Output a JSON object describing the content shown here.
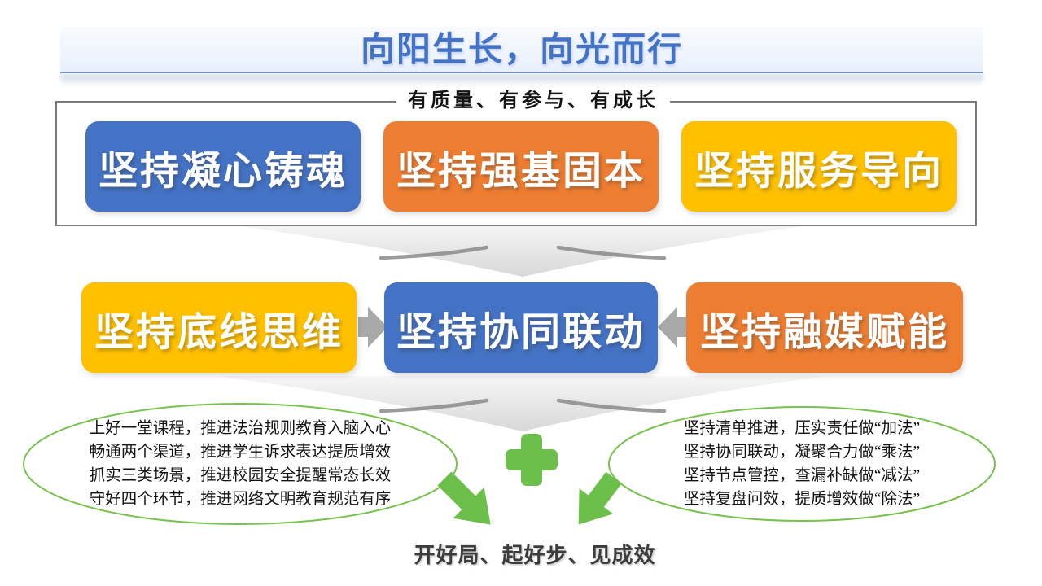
{
  "slide_title": "向阳生长，向光而行",
  "top_group": {
    "caption": "有质量、有参与、有成长",
    "boxes": [
      {
        "label": "坚持凝心铸魂",
        "color": "#4472C4"
      },
      {
        "label": "坚持强基固本",
        "color": "#ED7D31"
      },
      {
        "label": "坚持服务导向",
        "color": "#FFC000"
      }
    ]
  },
  "middle_group": {
    "boxes": [
      {
        "label": "坚持底线思维",
        "color": "#FFC000"
      },
      {
        "label": "坚持协同联动",
        "color": "#4472C4"
      },
      {
        "label": "坚持融媒赋能",
        "color": "#ED7D31"
      }
    ]
  },
  "left_bubble": {
    "lines": [
      "上好一堂课程，推进法治规则教育入脑入心",
      "畅通两个渠道，推进学生诉求表达提质增效",
      "抓实三类场景，推进校园安全提醒常态长效",
      "守好四个环节，推进网络文明教育规范有序"
    ]
  },
  "right_bubble": {
    "lines": [
      "坚持清单推进，压实责任做“加法”",
      "坚持协同联动，凝聚合力做“乘法”",
      "坚持节点管控，查漏补缺做“减法”",
      "坚持复盘问效，提质增效做“除法”"
    ]
  },
  "bottom_caption": "开好局、起好步、见成效",
  "colors": {
    "title_blue": "#4472C4",
    "box_blue": "#4472C4",
    "box_orange": "#ED7D31",
    "box_yellow": "#FFC000",
    "green_accent": "#6CBF4B",
    "bubble_outline_green": "#76C24C",
    "gray_arrow": "#A9A9A9",
    "funnel_gray": "#DADADA"
  }
}
